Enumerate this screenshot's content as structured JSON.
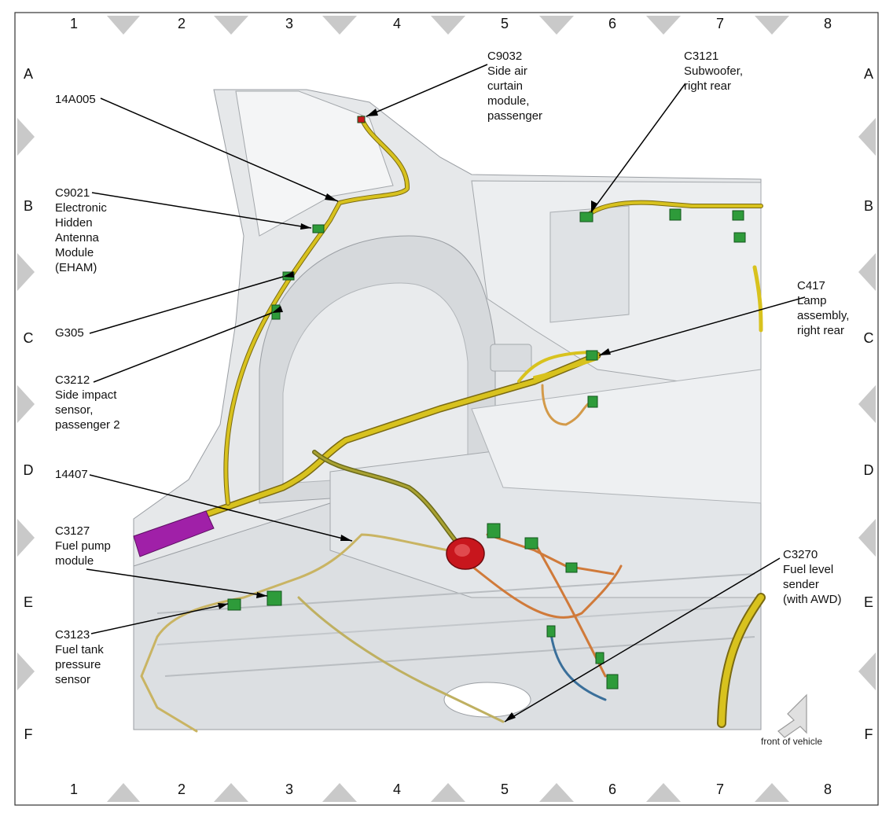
{
  "grid": {
    "columns": [
      "1",
      "2",
      "3",
      "4",
      "5",
      "6",
      "7",
      "8"
    ],
    "rows": [
      "A",
      "B",
      "C",
      "D",
      "E",
      "F"
    ]
  },
  "callouts": {
    "c9032": "C9032\nSide air\ncurtain\nmodule,\npassenger",
    "c3121": "C3121\nSubwoofer,\nright rear",
    "a14a005": "14A005",
    "c9021": "C9021\nElectronic\nHidden\nAntenna\nModule\n(EHAM)",
    "g305": "G305",
    "c3212": "C3212\nSide impact\nsensor,\npassenger 2",
    "c417": "C417\nLamp\nassembly,\nright rear",
    "a14407": "14407",
    "c3127": "C3127\nFuel pump\nmodule",
    "c3270": "C3270\nFuel level\nsender\n(with AWD)",
    "c3123": "C3123\nFuel tank\npressure\nsensor"
  },
  "front_of_vehicle": "front of vehicle",
  "colors": {
    "harness": "#d8c21e",
    "connector": "#2e9b3a",
    "grommet": "#c8161d",
    "body_panel": "#e4e6e8",
    "clip": "#a020a8",
    "diamond": "#c9c9c9"
  }
}
